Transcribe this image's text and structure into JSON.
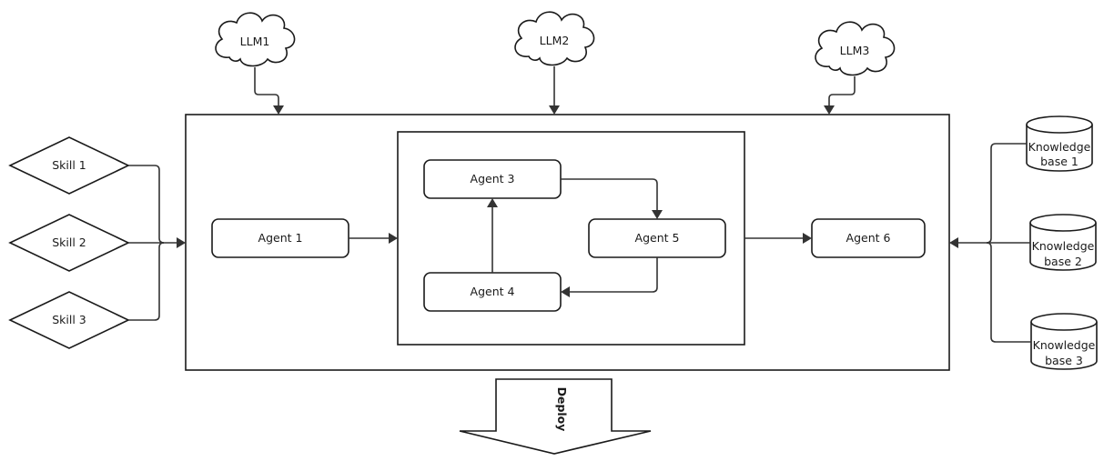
{
  "llms": [
    "LLM1",
    "LLM2",
    "LLM3"
  ],
  "skills": [
    "Skill 1",
    "Skill 2",
    "Skill 3"
  ],
  "agents": {
    "a1": "Agent 1",
    "a3": "Agent 3",
    "a4": "Agent 4",
    "a5": "Agent 5",
    "a6": "Agent 6"
  },
  "knowledge_bases": [
    [
      "Knowledge",
      "base 1"
    ],
    [
      "Knowledge",
      "base 2"
    ],
    [
      "Knowledge",
      "base 3"
    ]
  ],
  "deploy_label": "Deploy",
  "colors": {
    "stroke": "#1a1a1a",
    "edge": "#333333",
    "fill": "#ffffff"
  }
}
